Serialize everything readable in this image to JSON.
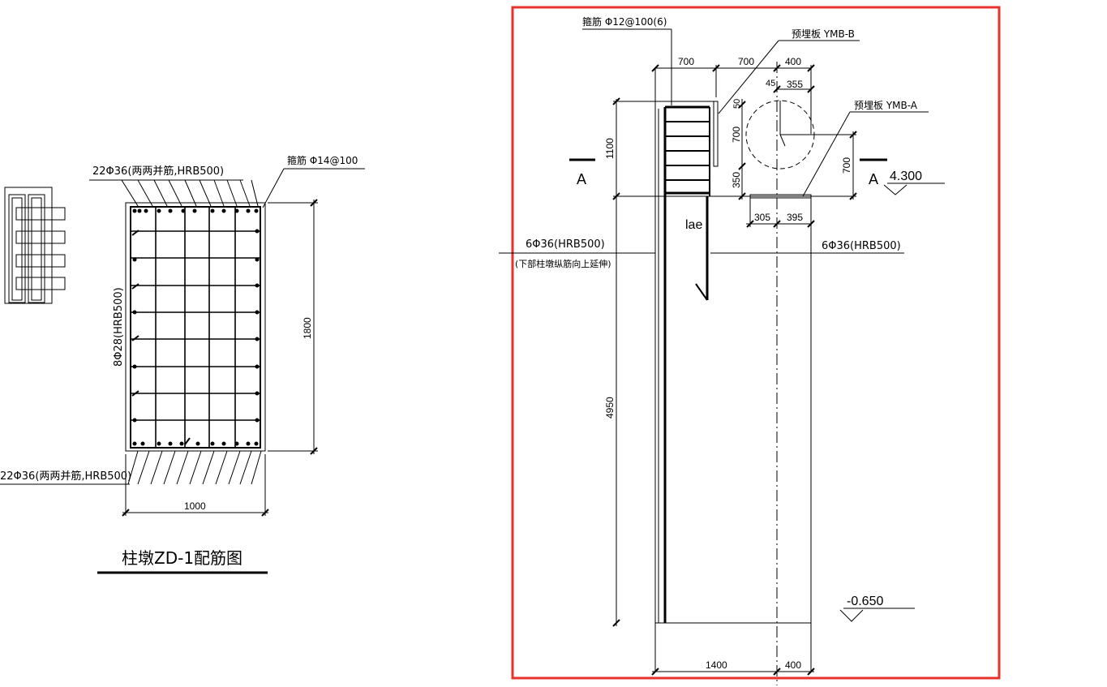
{
  "colors": {
    "line": "#000000",
    "highlight": "#e8322c",
    "background": "#ffffff"
  },
  "left": {
    "title": "柱墩ZD-1配筋图",
    "top_bars": "22Φ36(两两并筋,HRB500)",
    "stirrup": "箍筋 Φ14@100",
    "side_bars": "8Φ28(HRB500)",
    "bottom_bars": "22Φ36(两两并筋,HRB500)",
    "dim_height": "1800",
    "dim_width": "1000"
  },
  "right": {
    "stirrup": "箍筋 Φ12@100(6)",
    "plate_b": "预埋板 YMB-B",
    "plate_a": "预埋板 YMB-A",
    "dims_top": [
      "700",
      "700",
      "400"
    ],
    "dim_45": "45",
    "dim_355": "355",
    "dim_50": "50",
    "dim_700_a": "700",
    "dim_350": "350",
    "dim_700_b": "700",
    "dim_1100": "1100",
    "dim_305": "305",
    "dim_395": "395",
    "section_left": "A",
    "section_right": "A",
    "elev_top": "4.300",
    "lae": "lae",
    "bars_left": "6Φ36(HRB500)",
    "bars_left_note": "(下部柱墩纵筋向上延伸)",
    "bars_right": "6Φ36(HRB500)",
    "dim_4950": "4950",
    "elev_bottom": "-0.650",
    "dim_1400": "1400",
    "dim_400_bottom": "400"
  }
}
